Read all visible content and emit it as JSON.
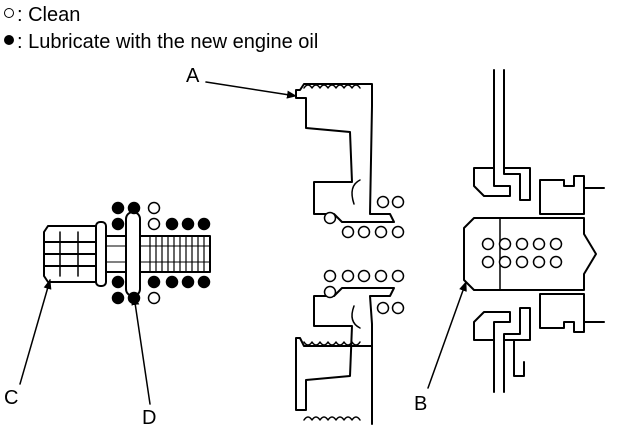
{
  "legend": {
    "clean": {
      "symbol": "open-circle",
      "text": ": Clean"
    },
    "lubricate": {
      "symbol": "filled-circle",
      "text": ": Lubricate with the new engine oil"
    }
  },
  "callouts": {
    "A": "A",
    "B": "B",
    "C": "C",
    "D": "D"
  }
}
